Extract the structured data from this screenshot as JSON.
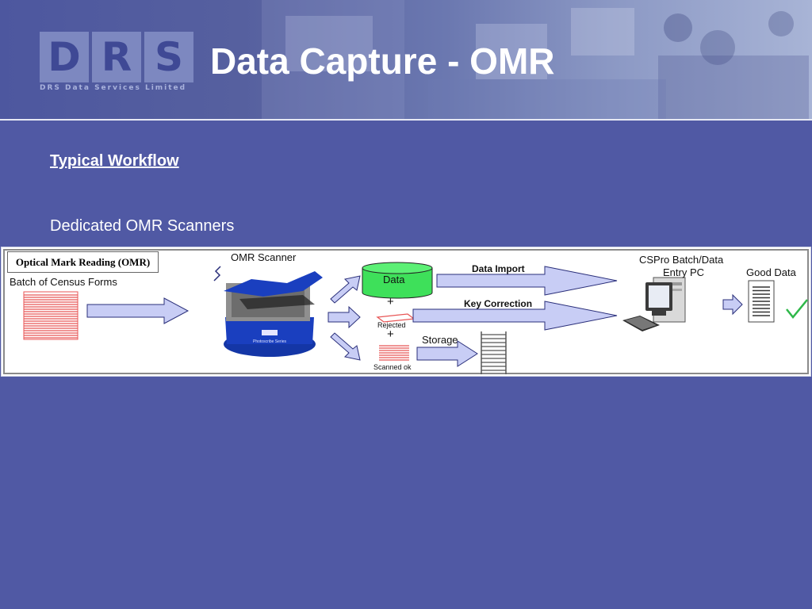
{
  "header": {
    "title": "Data Capture - OMR",
    "logo": {
      "letters": [
        "D",
        "R",
        "S"
      ],
      "tagline": "DRS Data Services Limited"
    }
  },
  "body": {
    "section_heading": "Typical Workflow",
    "subtitle": "Dedicated OMR Scanners"
  },
  "diagram": {
    "box_title": "Optical Mark Reading (OMR)",
    "labels": {
      "batch": "Batch of Census Forms",
      "scanner": "OMR Scanner",
      "scanner_brand": "Photoscribe Series",
      "data": "Data",
      "data_import": "Data Import",
      "key_correction": "Key Correction",
      "rejected": "Rejected",
      "scanned_ok": "Scanned ok",
      "plus": "+",
      "storage": "Storage",
      "cspro": "CSPro Batch/Data",
      "entry_pc": "Entry PC",
      "good_data": "Good Data"
    },
    "icons": [
      "form-stack-icon",
      "omr-scanner-icon",
      "database-cylinder-icon",
      "rejected-form-icon",
      "scanned-forms-stack-icon",
      "storage-shelf-icon",
      "desktop-computer-icon",
      "document-icon",
      "checkmark-icon"
    ],
    "colors": {
      "background": "#5059a4",
      "arrow_fill": "#c8cdf5",
      "arrow_stroke": "#2a2f7a",
      "database_fill": "#3ee05a",
      "forms_red": "#e85656",
      "scanner_blue": "#1a3fbf",
      "check_green": "#2fb84a"
    }
  }
}
